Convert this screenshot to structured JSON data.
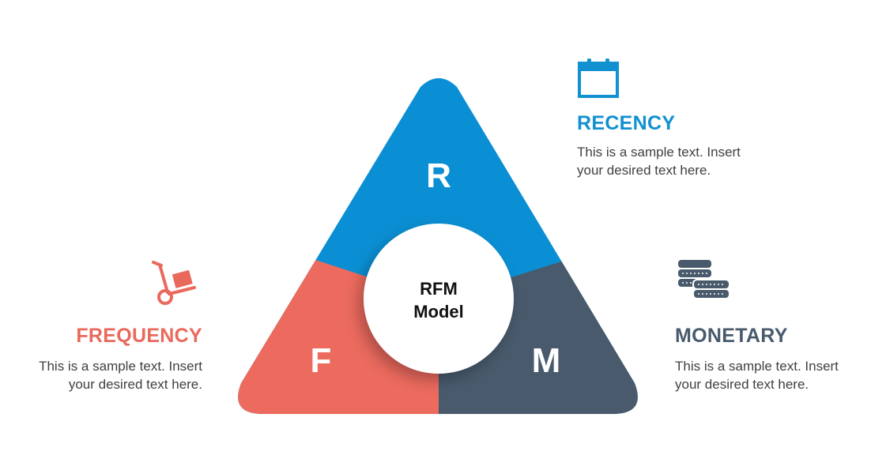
{
  "center": {
    "line1": "RFM",
    "line2": "Model"
  },
  "segments": {
    "recency": {
      "letter": "R",
      "color": "#0A8FD4"
    },
    "frequency": {
      "letter": "F",
      "color": "#EC6A5E"
    },
    "monetary": {
      "letter": "M",
      "color": "#485A6C"
    }
  },
  "labels": {
    "recency": {
      "heading": "RECENCY",
      "color": "#1191D0",
      "text_line1": "This is a sample text. Insert",
      "text_line2": "your desired text here.",
      "icon": "calendar-icon"
    },
    "frequency": {
      "heading": "FREQUENCY",
      "color": "#E9695C",
      "text_line1": "This is a sample text. Insert",
      "text_line2": "your desired text here.",
      "icon": "hand-truck-icon"
    },
    "monetary": {
      "heading": "MONETARY",
      "color": "#485A6C",
      "text_line1": "This is a sample text. Insert",
      "text_line2": "your desired text here.",
      "icon": "coins-icon"
    }
  }
}
